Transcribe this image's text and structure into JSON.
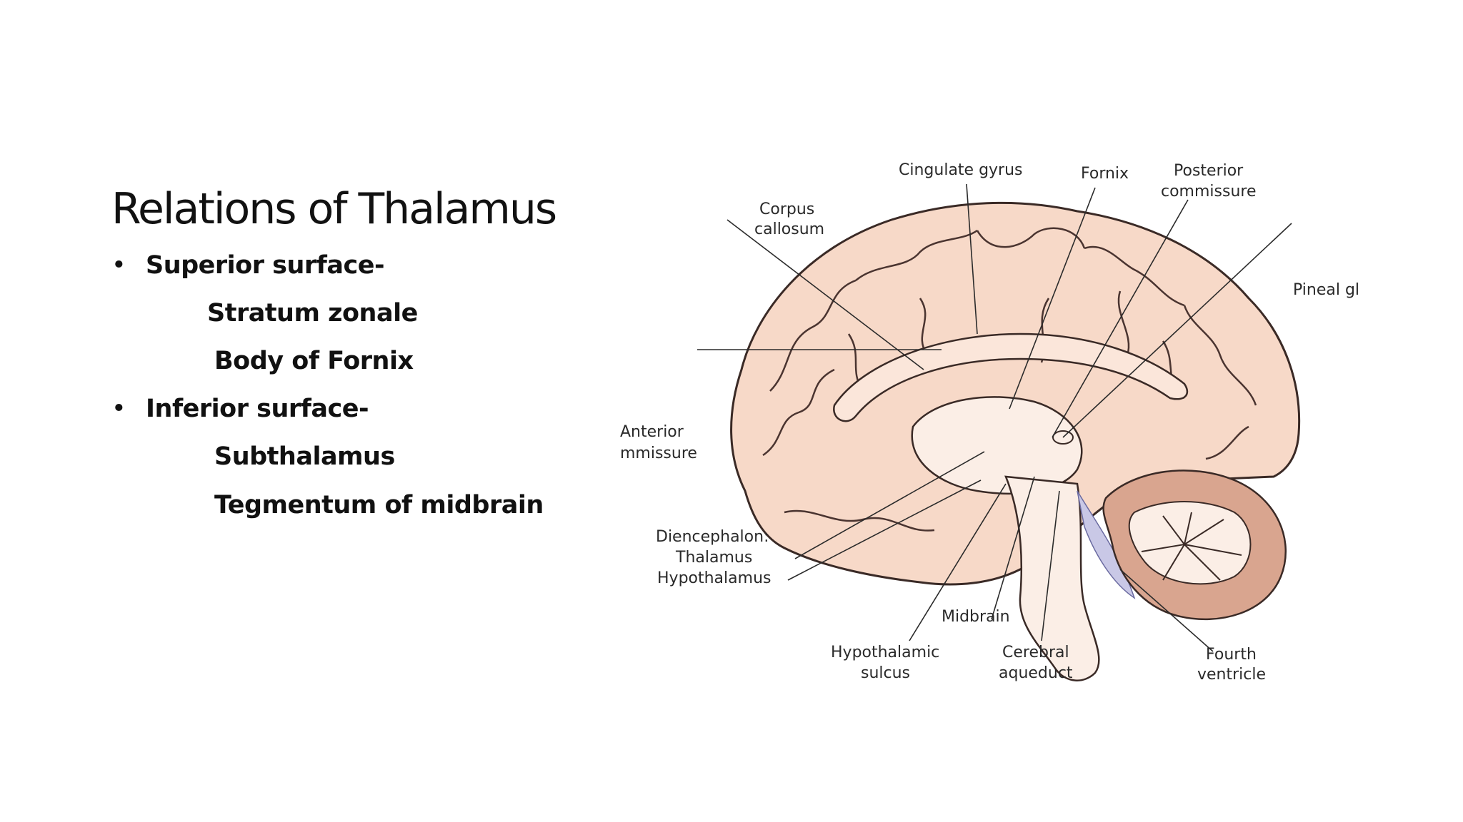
{
  "slide": {
    "title": "Relations of Thalamus",
    "bullets": [
      {
        "label": "Superior surface-",
        "items": [
          "Stratum zonale",
          "Body of Fornix"
        ]
      },
      {
        "label": "Inferior surface-",
        "items": [
          "Subthalamus",
          "Tegmentum of midbrain"
        ]
      }
    ],
    "bullet_symbol": "•"
  },
  "diagram": {
    "colors": {
      "cortex": "#f7d9c8",
      "outline": "#3a2a26",
      "cerebellum": "#d9a58f",
      "ventricle": "#c9c8e6",
      "lines": "#2b2b2b"
    },
    "labels": {
      "cingulate_gyrus": "Cingulate gyrus",
      "fornix": "Fornix",
      "posterior_1": "Posterior",
      "posterior_2": "commissure",
      "corpus_1": "Corpus",
      "corpus_2": "callosum",
      "pineal": "Pineal gl",
      "anterior_1": "Anterior",
      "anterior_2": "mmissure",
      "dien_1": "Diencephalon:",
      "dien_2": "Thalamus",
      "dien_3": "Hypothalamus",
      "midbrain": "Midbrain",
      "hyposulcus_1": "Hypothalamic",
      "hyposulcus_2": "sulcus",
      "aqueduct_1": "Cerebral",
      "aqueduct_2": "aqueduct",
      "fourth_1": "Fourth",
      "fourth_2": "ventricle"
    }
  }
}
